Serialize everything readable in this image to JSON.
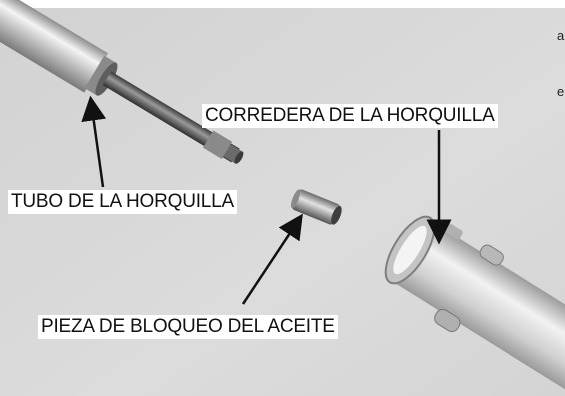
{
  "labels": {
    "corredera": "CORREDERA DE LA HORQUILLA",
    "tubo": "TUBO DE LA HORQUILLA",
    "pieza": "PIEZA DE BLOQUEO DEL ACEITE"
  },
  "edge_fragments": [
    "a",
    "e"
  ],
  "colors": {
    "photo_background": "#d7d7d7",
    "metal_light": "#eeeeee",
    "metal_mid": "#b9b9b9",
    "metal_dark": "#5e5e5e",
    "arrow": "#111111"
  }
}
